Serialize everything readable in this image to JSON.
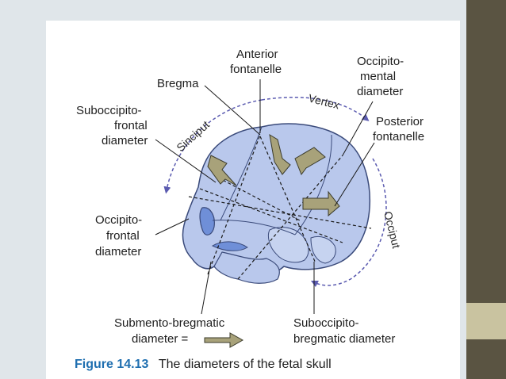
{
  "labels": {
    "anterior_1": "Anterior",
    "anterior_2": "fontanelle",
    "bregma": "Bregma",
    "occ_mental_1": "Occipito-",
    "occ_mental_2": "mental",
    "occ_mental_3": "diameter",
    "vertex": "Vertex",
    "subocc_frontal_1": "Suboccipito-",
    "subocc_frontal_2": "frontal",
    "subocc_frontal_3": "diameter",
    "sinciput": "Sinciput",
    "posterior_1": "Posterior",
    "posterior_2": "fontanelle",
    "occiput": "Occiput",
    "occ_frontal_1": "Occipito-",
    "occ_frontal_2": "frontal",
    "occ_frontal_3": "diameter",
    "submento_1": "Submento-bregmatic",
    "submento_2": "diameter =",
    "subocc_bregmatic_1": "Suboccipito-",
    "subocc_bregmatic_2": "bregmatic diameter"
  },
  "caption": {
    "number": "Figure 14.13",
    "text": "The diameters of the fetal skull"
  },
  "colors": {
    "skull_fill": "#b9c8ec",
    "skull_stroke": "#3a4a7a",
    "arrow_fill": "#a8a27a",
    "region_arrow": "#5b5bb0",
    "figure_number": "#1f6fb0",
    "sidebar": "#5a5442",
    "sidebar_accent": "#c9c3a0"
  }
}
